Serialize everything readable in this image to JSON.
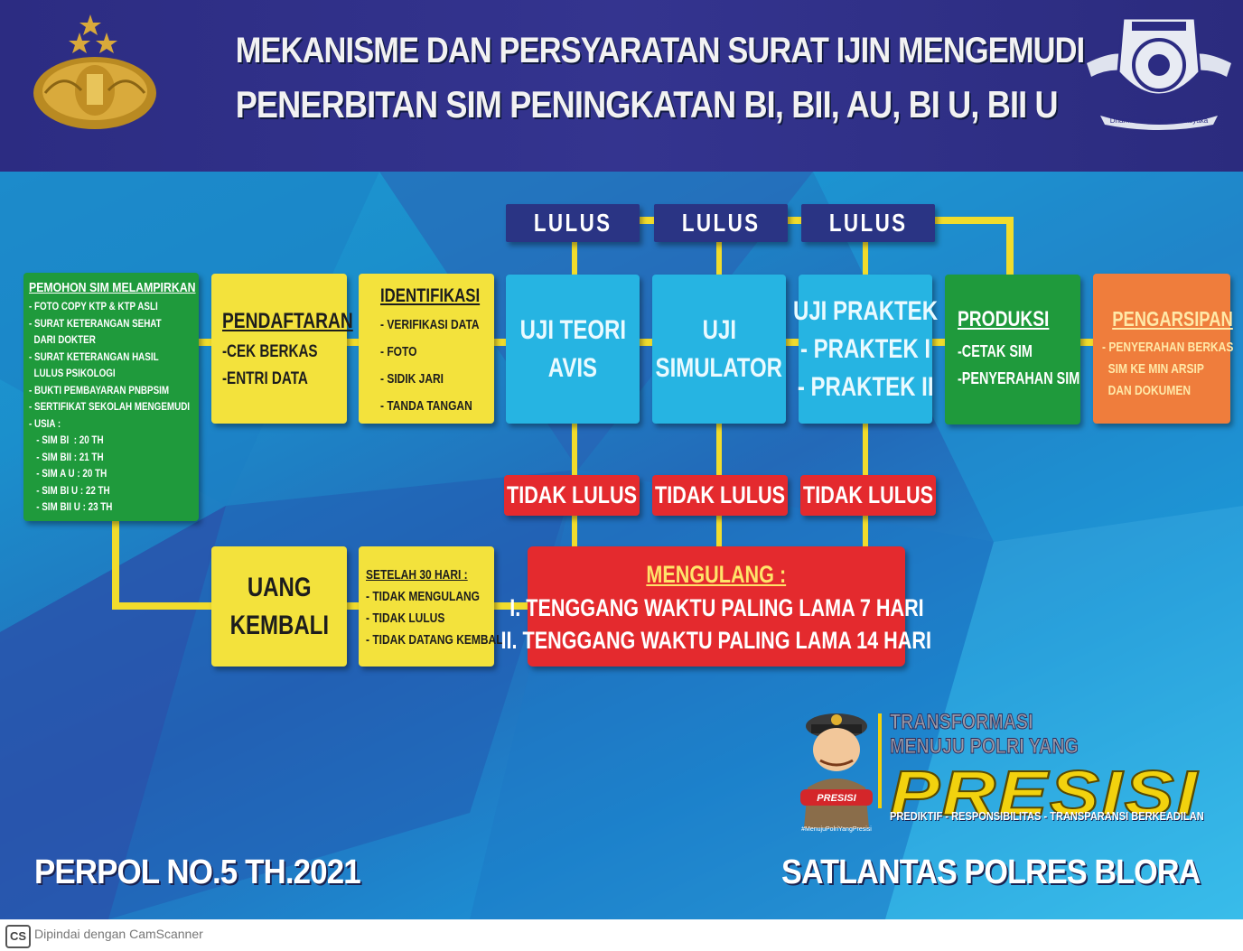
{
  "header": {
    "title_line1": "MEKANISME DAN PERSYARATAN SURAT IJIN MENGEMUDI",
    "title_line2": "PENERBITAN SIM PENINGKATAN BI, BII, AU, BI U, BII U",
    "right_emblem_text": "Dharmakerta Marga Reksyaka"
  },
  "pemohon": {
    "title": "PEMOHON SIM MELAMPIRKAN",
    "items": [
      "- FOTO COPY KTP  & KTP ASLI",
      "- SURAT KETERANGAN SEHAT",
      "  DARI DOKTER",
      "- SURAT KETERANGAN HASIL",
      "  LULUS PSIKOLOGI",
      "- BUKTI PEMBAYARAN PNBPSIM",
      "- SERTIFIKAT SEKOLAH MENGEMUDI",
      "- USIA :",
      "   - SIM BI  : 20 TH",
      "   - SIM BII : 21 TH",
      "   - SIM A U : 20 TH",
      "   - SIM BI U : 22 TH",
      "   - SIM BII U : 23 TH"
    ]
  },
  "pendaftaran": {
    "title": "PENDAFTARAN",
    "items": [
      "-CEK BERKAS",
      "-ENTRI DATA"
    ]
  },
  "identifikasi": {
    "title": "IDENTIFIKASI",
    "items": [
      "- VERIFIKASI DATA",
      "- FOTO",
      "- SIDIK JARI",
      "- TANDA TANGAN"
    ]
  },
  "uji_teori": {
    "line1": "UJI TEORI",
    "line2": "AVIS"
  },
  "uji_simulator": {
    "line1": "UJI",
    "line2": "SIMULATOR"
  },
  "uji_praktek": {
    "line1": "UJI PRAKTEK",
    "line2": "- PRAKTEK I",
    "line3": "- PRAKTEK II"
  },
  "produksi": {
    "title": "PRODUKSI",
    "items": [
      "-CETAK SIM",
      "-PENYERAHAN SIM"
    ]
  },
  "pengarsipan": {
    "title": "PENGARSIPAN",
    "items": [
      "- PENYERAHAN BERKAS",
      "  SIM KE MIN ARSIP",
      "  DAN DOKUMEN"
    ]
  },
  "lulus": [
    "LULUS",
    "LULUS",
    "LULUS"
  ],
  "tidak_lulus": [
    "TIDAK LULUS",
    "TIDAK LULUS",
    "TIDAK LULUS"
  ],
  "uang_kembali": {
    "line1": "UANG",
    "line2": "KEMBALI"
  },
  "setelah": {
    "title": "SETELAH 30 HARI :",
    "items": [
      "- TIDAK MENGULANG",
      "- TIDAK LULUS",
      "- TIDAK DATANG KEMBALI"
    ]
  },
  "mengulang": {
    "title": "MENGULANG :",
    "line1": "I. TENGGANG WAKTU PALING LAMA 7 HARI",
    "line2": "II. TENGGANG WAKTU PALING LAMA 14 HARI"
  },
  "footer": {
    "left": "PERPOL NO.5 TH.2021",
    "right": "SATLANTAS POLRES BLORA",
    "presisi_line1": "TRANSFORMASI",
    "presisi_line2": "MENUJU POLRI YANG",
    "presisi_big": "PRESISI",
    "presisi_tagline": "PREDIKTIF - RESPONSIBILITAS - TRANSPARANSI BERKEADILAN",
    "mascot_badge": "PRESISI",
    "hashtag": "#MenujuPolriYangPresisi"
  },
  "scanner": {
    "logo": "CS",
    "text": "Dipindai dengan CamScanner"
  },
  "colors": {
    "header": "#2c2c82",
    "connector": "#f1dc2c",
    "green": "#1f9a3c",
    "yellow": "#f3e23c",
    "cyan": "#26b4e2",
    "orange": "#ef7d3c",
    "red": "#e42a2e",
    "navy": "#2a3484"
  }
}
